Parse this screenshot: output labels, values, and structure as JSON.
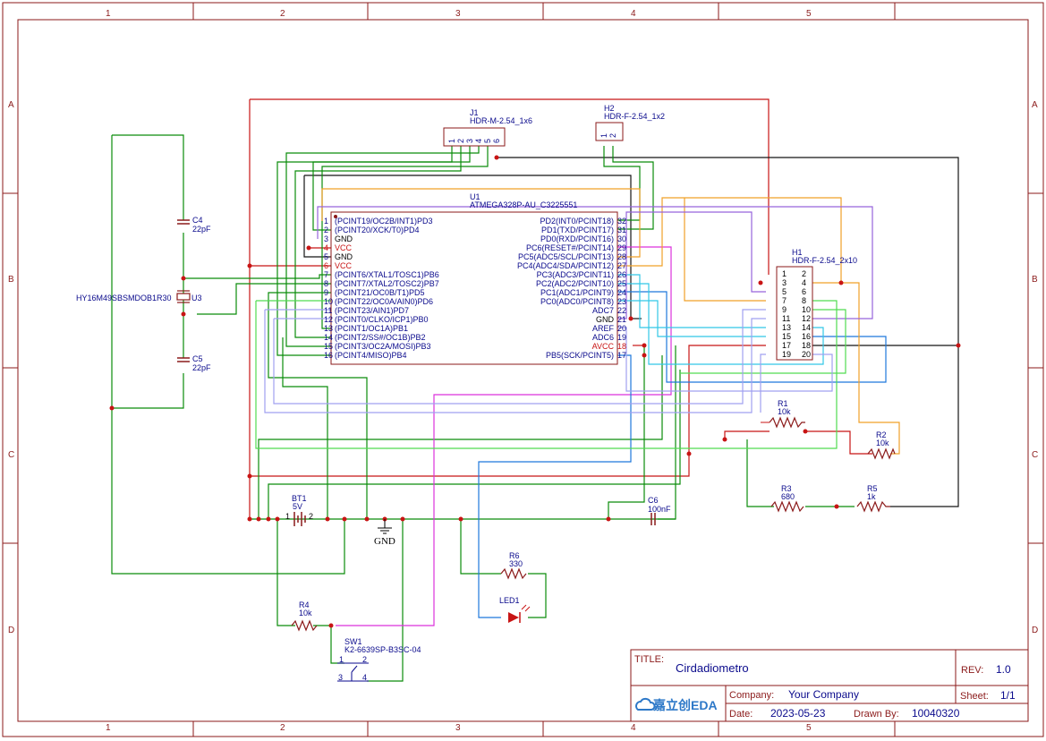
{
  "border": {
    "columns": [
      "1",
      "2",
      "3",
      "4",
      "5"
    ],
    "rows": [
      "A",
      "B",
      "C",
      "D"
    ]
  },
  "title_block": {
    "title_key": "TITLE:",
    "title": "Cirdadiometro",
    "rev_key": "REV:",
    "rev": "1.0",
    "company_key": "Company:",
    "company": "Your Company",
    "sheet_key": "Sheet:",
    "sheet": "1/1",
    "date_key": "Date:",
    "date": "2023-05-23",
    "drawn_key": "Drawn By:",
    "drawn": "10040320",
    "logo_text": "嘉立创EDA"
  },
  "components": {
    "j1": {
      "ref": "J1",
      "value": "HDR-M-2.54_1x6",
      "pins": [
        "1",
        "2",
        "3",
        "4",
        "5",
        "6"
      ]
    },
    "h2": {
      "ref": "H2",
      "value": "HDR-F-2.54_1x2",
      "pins": [
        "1",
        "2"
      ]
    },
    "u1": {
      "ref": "U1",
      "value": "ATMEGA328P-AU_C3225551",
      "left_pins": [
        {
          "num": "1",
          "name": "(PCINT19/OC2B/INT1)PD3"
        },
        {
          "num": "2",
          "name": "(PCINT20/XCK/T0)PD4"
        },
        {
          "num": "3",
          "name": "GND"
        },
        {
          "num": "4",
          "name": "VCC"
        },
        {
          "num": "5",
          "name": "GND"
        },
        {
          "num": "6",
          "name": "VCC"
        },
        {
          "num": "7",
          "name": "(PCINT6/XTAL1/TOSC1)PB6"
        },
        {
          "num": "8",
          "name": "(PCINT7/XTAL2/TOSC2)PB7"
        },
        {
          "num": "9",
          "name": "(PCINT21/OC0B/T1)PD5"
        },
        {
          "num": "10",
          "name": "(PCINT22/OC0A/AIN0)PD6"
        },
        {
          "num": "11",
          "name": "(PCINT23/AIN1)PD7"
        },
        {
          "num": "12",
          "name": "(PCINT0/CLKO/ICP1)PB0"
        },
        {
          "num": "13",
          "name": "(PCINT1/OC1A)PB1"
        },
        {
          "num": "14",
          "name": "(PCINT2/SS#/OC1B)PB2"
        },
        {
          "num": "15",
          "name": "(PCINT3/OC2A/MOSI)PB3"
        },
        {
          "num": "16",
          "name": "(PCINT4/MISO)PB4"
        }
      ],
      "right_pins": [
        {
          "num": "32",
          "name": "PD2(INT0/PCINT18)"
        },
        {
          "num": "31",
          "name": "PD1(TXD/PCINT17)"
        },
        {
          "num": "30",
          "name": "PD0(RXD/PCINT16)"
        },
        {
          "num": "29",
          "name": "PC6(RESET#/PCINT14)"
        },
        {
          "num": "28",
          "name": "PC5(ADC5/SCL/PCINT13)"
        },
        {
          "num": "27",
          "name": "PC4(ADC4/SDA/PCINT12)"
        },
        {
          "num": "26",
          "name": "PC3(ADC3/PCINT11)"
        },
        {
          "num": "25",
          "name": "PC2(ADC2/PCINT10)"
        },
        {
          "num": "24",
          "name": "PC1(ADC1/PCINT9)"
        },
        {
          "num": "23",
          "name": "PC0(ADC0/PCINT8)"
        },
        {
          "num": "22",
          "name": "ADC7"
        },
        {
          "num": "21",
          "name": "GND"
        },
        {
          "num": "20",
          "name": "AREF"
        },
        {
          "num": "19",
          "name": "ADC6"
        },
        {
          "num": "18",
          "name": "AVCC"
        },
        {
          "num": "17",
          "name": "PB5(SCK/PCINT5)"
        }
      ]
    },
    "h1": {
      "ref": "H1",
      "value": "HDR-F-2.54_2x10",
      "rows": [
        [
          "1",
          "2"
        ],
        [
          "3",
          "4"
        ],
        [
          "5",
          "6"
        ],
        [
          "7",
          "8"
        ],
        [
          "9",
          "10"
        ],
        [
          "11",
          "12"
        ],
        [
          "13",
          "14"
        ],
        [
          "15",
          "16"
        ],
        [
          "17",
          "18"
        ],
        [
          "19",
          "20"
        ]
      ]
    },
    "c4": {
      "ref": "C4",
      "value": "22pF"
    },
    "c5": {
      "ref": "C5",
      "value": "22pF"
    },
    "c6": {
      "ref": "C6",
      "value": "100nF"
    },
    "u3": {
      "ref": "U3",
      "value": "HY16M49SBSMDOB1R30"
    },
    "bt1": {
      "ref": "BT1",
      "value": "5V",
      "pin1": "1",
      "pin2": "2"
    },
    "gnd": {
      "label": "GND"
    },
    "r1": {
      "ref": "R1",
      "value": "10k"
    },
    "r2": {
      "ref": "R2",
      "value": "10k"
    },
    "r3": {
      "ref": "R3",
      "value": "680"
    },
    "r5": {
      "ref": "R5",
      "value": "1k"
    },
    "r4": {
      "ref": "R4",
      "value": "10k"
    },
    "r6": {
      "ref": "R6",
      "value": "330"
    },
    "led1": {
      "ref": "LED1"
    },
    "sw1": {
      "ref": "SW1",
      "value": "K2-6639SP-B3SC-04",
      "pins": [
        "1",
        "2",
        "3",
        "4"
      ]
    }
  },
  "colors": {
    "frame": "#8b1a1a",
    "text": "#0a0a8c",
    "power_text": "#c81414",
    "wire_red": "#c81414",
    "wire_green": "#0a8c0a",
    "wire_black": "#141414",
    "wire_magenta": "#dc32dc",
    "wire_blue": "#1e78dc",
    "wire_cyan": "#32c8e6",
    "wire_orange": "#f0a028",
    "wire_purple": "#9664dc",
    "wire_lime": "#50dc50",
    "wire_lavender": "#a0a0f0"
  }
}
